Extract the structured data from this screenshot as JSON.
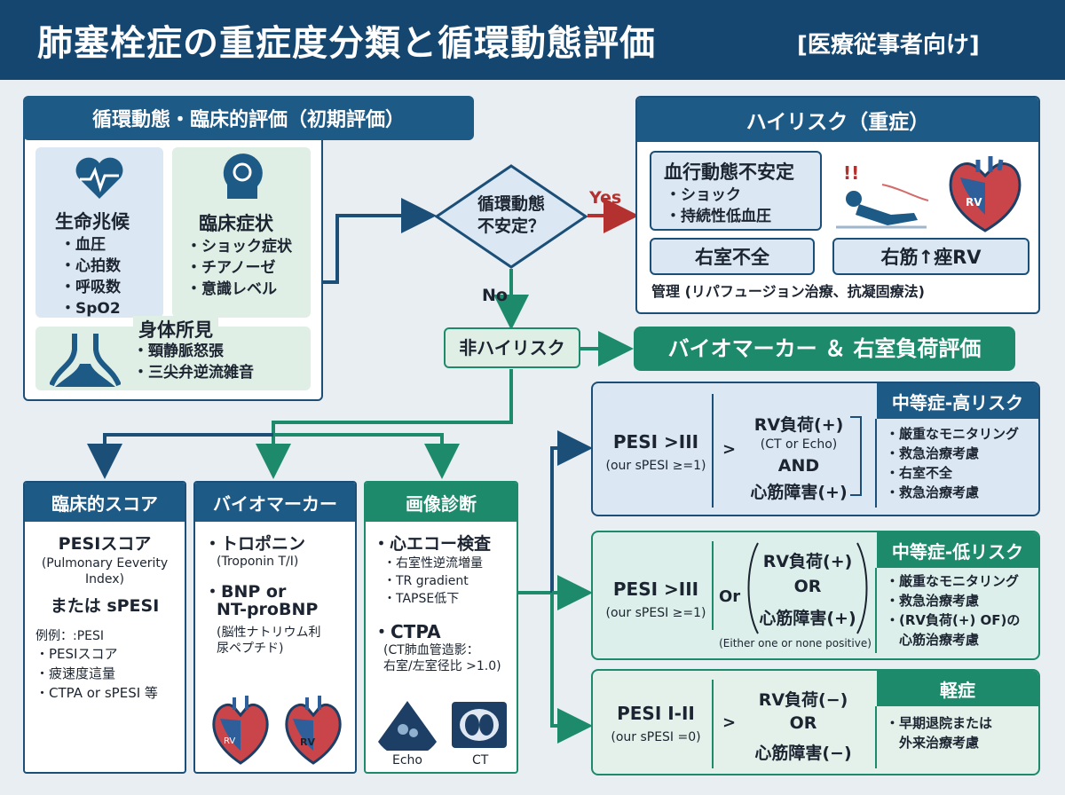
{
  "title": {
    "main": "肺塞栓症の重症度分類と循環動態評価",
    "sub": "[医療従事者向け]"
  },
  "initial": {
    "header": "循環動態・臨床的評価（初期評価）",
    "vitals": {
      "title": "生命兆候",
      "items": [
        "・血圧",
        "・心拍数",
        "・呼吸数",
        "・SpO2"
      ]
    },
    "symptoms": {
      "title": "臨床症状",
      "items": [
        "・ショック症状",
        "・チアノーゼ",
        "・意識レベル"
      ]
    },
    "exam": {
      "title": "身体所見",
      "items": [
        "・頸静脈怒張",
        "・三尖弁逆流雑音"
      ]
    }
  },
  "decision": {
    "q1": "循環動態",
    "q2": "不安定？",
    "yes": "Yes",
    "no": "No"
  },
  "high_risk": {
    "header": "ハイリスク（重症）",
    "hemo_title": "血行動態不安定",
    "hemo_items": [
      "・ショック",
      "・持続性低血圧"
    ],
    "rv_failure": "右室不全",
    "rv_label": "右筋↑痤RV",
    "heart_rv": "RV",
    "management": "管理 (リパフュージョン治療、抗凝固療法)"
  },
  "non_high": "非ハイリスク",
  "bio_header": "バイオマーカー ＆ 右室負荷評価",
  "scores": {
    "header": "臨床的スコア",
    "l1": "PESIスコア",
    "l2": "(Pulmonary Eeverity",
    "l3": "Index)",
    "l4": "または sPESI",
    "ex_title": "例例：:PESI",
    "ex_items": [
      "・PESIスコア",
      "・疲速度這量",
      "・CTPA or sPESI 等"
    ]
  },
  "biomarker": {
    "header": "バイオマーカー",
    "l1": "・トロポニン",
    "l2": "(Troponin T/I)",
    "l3": "・BNP or",
    "l4": "NT-proBNP",
    "l5": "(脳性ナトリウム利",
    "l6": "尿ペプチド)",
    "heart1": "RV",
    "heart2": "RV"
  },
  "imaging": {
    "header": "画像診断",
    "l1": "・心エコー検査",
    "items": [
      "・右室性逆流増量",
      "・TR gradient",
      "・TAPSE低下"
    ],
    "ctpa": "・CTPA",
    "ctpa1": "(CT肺血管造影：",
    "ctpa2": "右室/左室径比 >1.0)",
    "echo": "Echo",
    "ct": "CT"
  },
  "tiers": [
    {
      "tag": "中等症-高リスク",
      "pesi": "PESI >III",
      "spesi": "(our sPESI ≥=1)",
      "op": ">",
      "c1": "RV負荷(+)",
      "c2": "(CT or Echo)",
      "c3": "AND",
      "c4": "心筋障害(+)",
      "actions": [
        "・厳重なモニタリング",
        "・救急治療考慮",
        "・右室不全",
        "・救急治療考慮"
      ]
    },
    {
      "tag": "中等症-低リスク",
      "pesi": "PESI >III",
      "spesi": "(our sPESI ≥=1)",
      "op": "Or",
      "c1": "RV負荷(+)",
      "c2": "OR",
      "c3": "心筋障害(+)",
      "note": "(Either one or none positive)",
      "actions": [
        "・厳重なモニタリング",
        "・救急治療考慮",
        "・(RV負荷(+) OF)の",
        "　心筋治療考慮"
      ]
    },
    {
      "tag": "軽症",
      "pesi": "PESI I-II",
      "spesi": "(our sPESI =0)",
      "op": ">",
      "c1": "RV負荷(−)",
      "c2": "OR",
      "c3": "心筋障害(−)",
      "actions": [
        "・早期退院または",
        "　外来治療考慮"
      ]
    }
  ],
  "colors": {
    "navy": "#14466f",
    "blue": "#1d5a86",
    "teal": "#1d8a6c",
    "red": "#b3322f"
  }
}
